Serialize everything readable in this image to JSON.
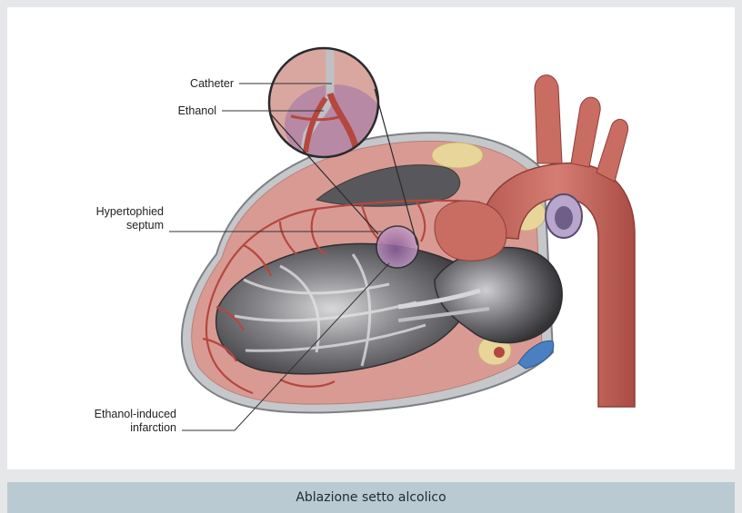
{
  "labels": {
    "catheter": "Catheter",
    "ethanol": "Ethanol",
    "septum_line1": "Hypertophied",
    "septum_line2": "septum",
    "infarction_line1": "Ethanol-induced",
    "infarction_line2": "infarction"
  },
  "caption": "Ablazione setto alcolico",
  "colors": {
    "myocardium": "#d99a94",
    "vessel": "#b5473f",
    "aorta": "#c66a60",
    "chamber_dark": "#4a4a4e",
    "highlight_purple": "#9b6fa6",
    "caption_bg": "#b9cad2",
    "page_bg": "#e6e7e9"
  }
}
